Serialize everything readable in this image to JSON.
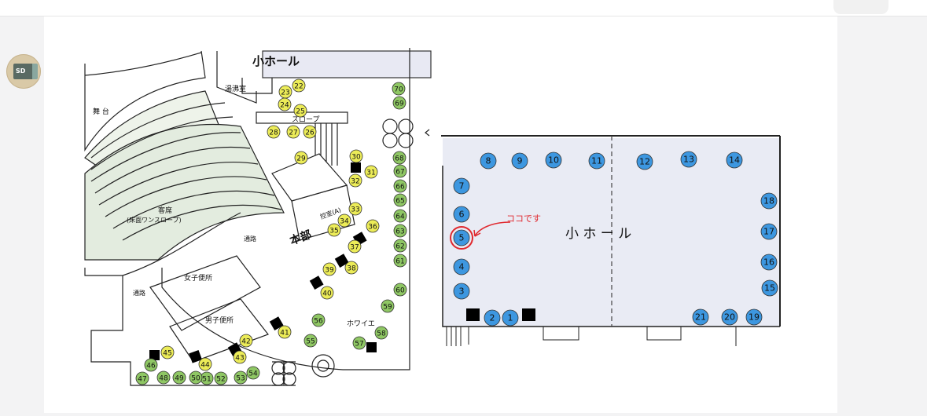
{
  "avatar": {
    "label": "SD",
    "icon": "sd-card-icon"
  },
  "left_map": {
    "title": "小ホール",
    "stage": "舞 台",
    "kitchen": "湯沸室",
    "slope": "スロープ",
    "seats": "客席",
    "seats_note": "(床面ワンスロープ)",
    "aisle1": "通路",
    "aisle2": "通路",
    "womens": "女子便所",
    "mens": "男子便所",
    "foyer": "ホワイエ",
    "honbu": "本部",
    "control": "控室(A)",
    "yellow_numbers": [
      "22",
      "23",
      "24",
      "25",
      "28",
      "27",
      "26",
      "29",
      "30",
      "31",
      "32",
      "33",
      "34",
      "35",
      "36",
      "37",
      "38",
      "39",
      "40",
      "41",
      "42",
      "43",
      "44",
      "45"
    ],
    "green_numbers": [
      "70",
      "69",
      "68",
      "67",
      "66",
      "65",
      "64",
      "63",
      "62",
      "61",
      "60",
      "59",
      "58",
      "57",
      "56",
      "55",
      "54",
      "53",
      "52",
      "51",
      "50",
      "49",
      "48",
      "47",
      "46"
    ]
  },
  "right_map": {
    "title": "小 ホ ー ル",
    "annotation": "ココです",
    "highlight": "5",
    "numbers": [
      "1",
      "2",
      "3",
      "4",
      "5",
      "6",
      "7",
      "8",
      "9",
      "10",
      "11",
      "12",
      "13",
      "14",
      "15",
      "16",
      "17",
      "18",
      "19",
      "20",
      "21"
    ]
  },
  "colors": {
    "yellow": "#ecec58",
    "green": "#8fc764",
    "blue": "#3d97e0",
    "hall": "#e9ebf4",
    "annotation": "#e0282e"
  }
}
